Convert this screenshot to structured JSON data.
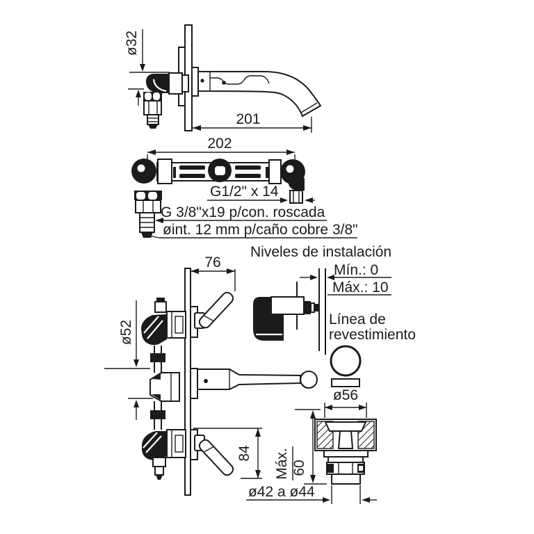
{
  "colors": {
    "ink": "#1b1b1b",
    "paper": "#ffffff"
  },
  "views": {
    "spout_side": {
      "dims": {
        "diameter": "ø32",
        "length": "201"
      }
    },
    "manifold_front": {
      "dims": {
        "width": "202"
      },
      "notes": {
        "outlet_thread": "G1/2\" x 14",
        "inlet_thread": "G 3/8\"x19 p/con. roscada",
        "copper_pipe": "øint. 12 mm p/caño cobre 3/8\""
      }
    },
    "installation_levels": {
      "title": "Niveles de instalación",
      "min": "Mín.: 0",
      "max": "Máx.: 10",
      "lining_line1": "Línea de",
      "lining_line2": "revestimiento"
    },
    "assembly_side": {
      "dims": {
        "handle_projection": "76",
        "escutcheon_diameter": "ø52",
        "handle_drop": "84"
      }
    },
    "trim_ring": {
      "dims": {
        "diameter": "ø56"
      }
    },
    "body_section": {
      "dims": {
        "recess_label": "Máx.",
        "recess_value": "60",
        "hole_diameter": "ø42 a ø44"
      }
    }
  }
}
